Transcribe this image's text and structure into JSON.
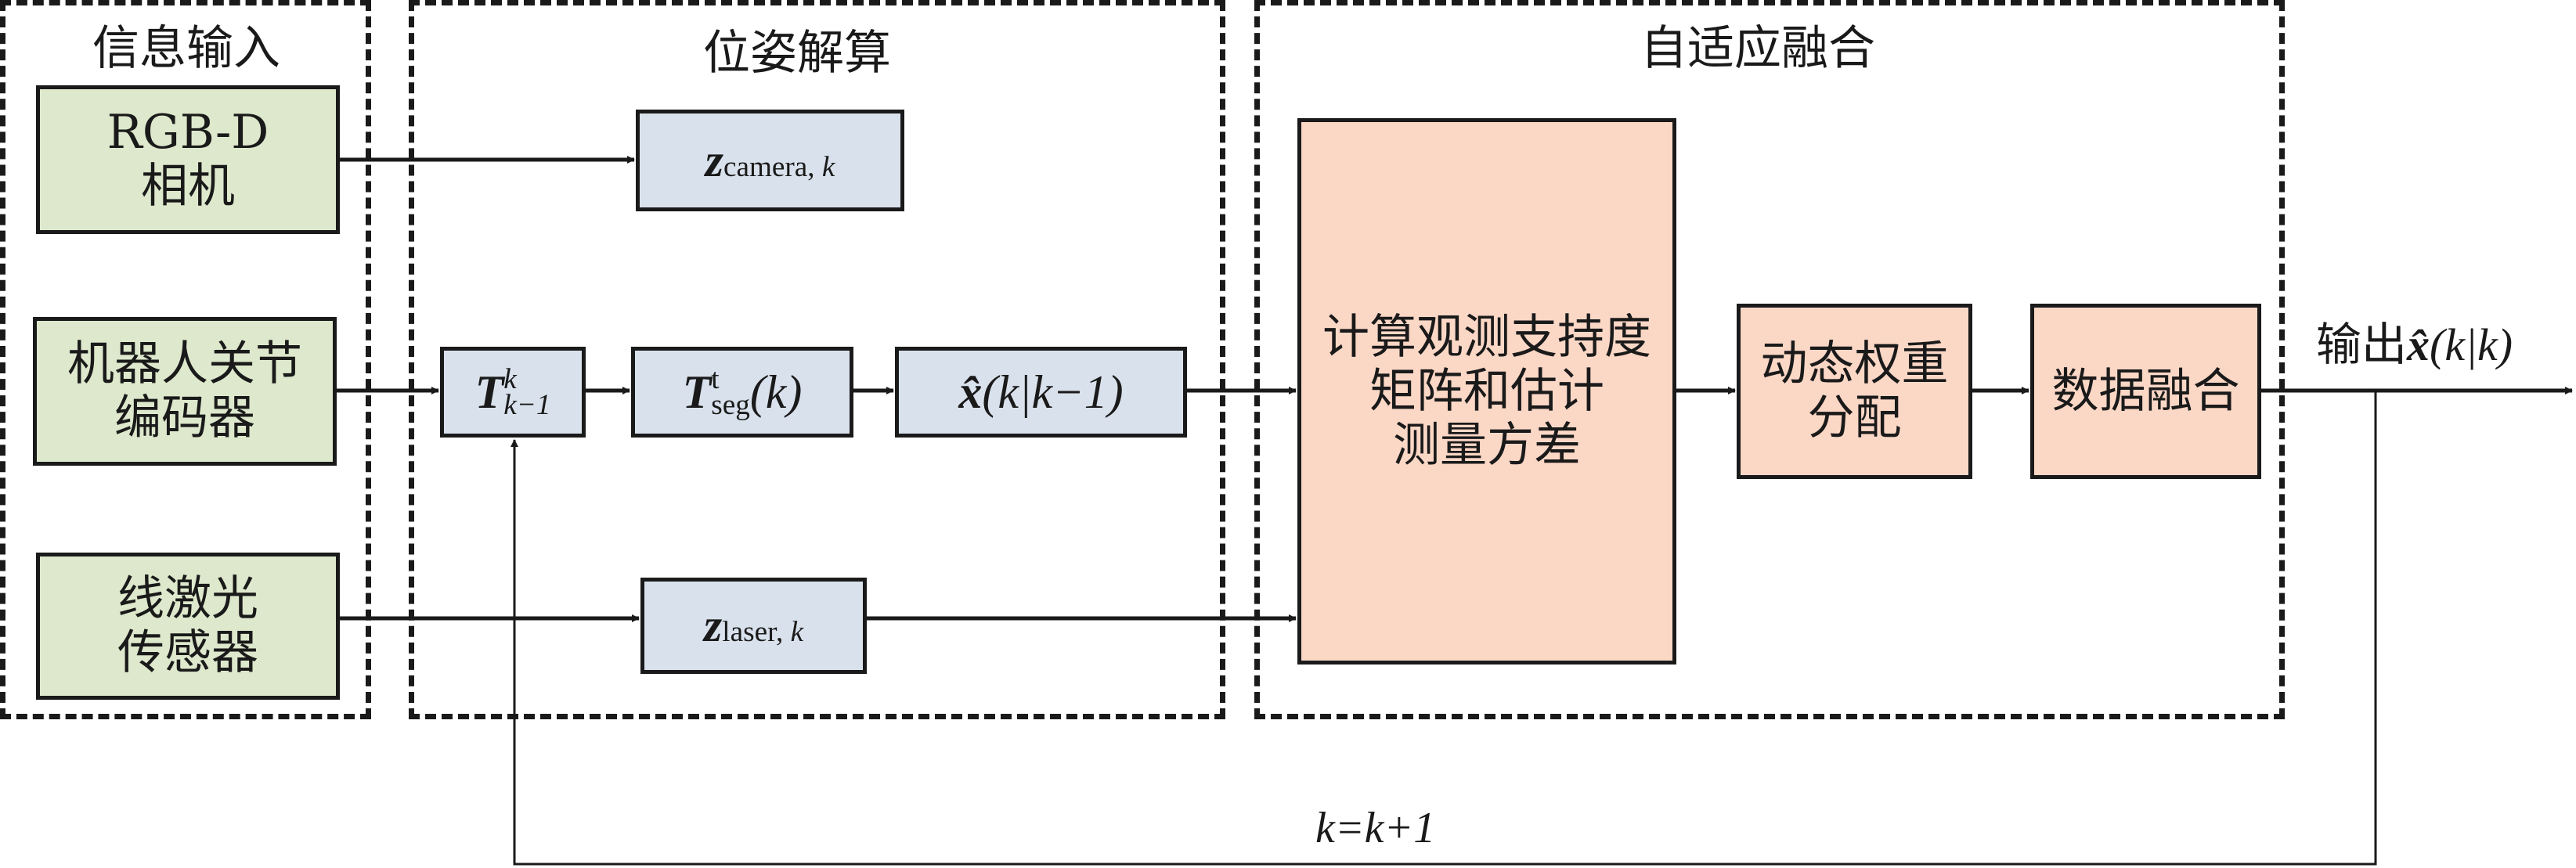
{
  "groups": [
    {
      "id": "info-input",
      "title": "信息输入"
    },
    {
      "id": "pose-solve",
      "title": "位姿解算"
    },
    {
      "id": "adaptive-fusion",
      "title": "自适应融合"
    }
  ],
  "inputs": {
    "rgbd": {
      "line1": "RGB-D",
      "line2": "相机"
    },
    "encoder": {
      "line1": "机器人关节",
      "line2": "编码器"
    },
    "laser": {
      "line1": "线激光",
      "line2": "传感器"
    }
  },
  "pose": {
    "z_camera": {
      "main": "z",
      "sub": "camera, ",
      "sub_var": "k"
    },
    "t_prev": {
      "main": "T",
      "sup": "k",
      "sub": "k−1"
    },
    "t_seg": {
      "main": "T",
      "sup": "t",
      "sub": "seg",
      "arg": "(k)"
    },
    "x_pred": {
      "main": "x̂",
      "arg": "(k|k−1)"
    },
    "z_laser": {
      "main": "z",
      "sub": "laser, ",
      "sub_var": "k"
    }
  },
  "fusion": {
    "support": {
      "line1": "计算观测支持度",
      "line2": "矩阵和估计",
      "line3": "测量方差"
    },
    "weight": {
      "line1": "动态权重",
      "line2": "分配"
    },
    "data_fusion": {
      "line1": "数据融合"
    }
  },
  "output": {
    "prefix": "输出",
    "var": "x̂",
    "arg": "(k|k)"
  },
  "feedback": {
    "label": "k=k+1"
  },
  "colors": {
    "input": "#dde8cc",
    "pose": "#d9e1ec",
    "fusion": "#fbd7c6",
    "line": "#1a1a1a"
  }
}
